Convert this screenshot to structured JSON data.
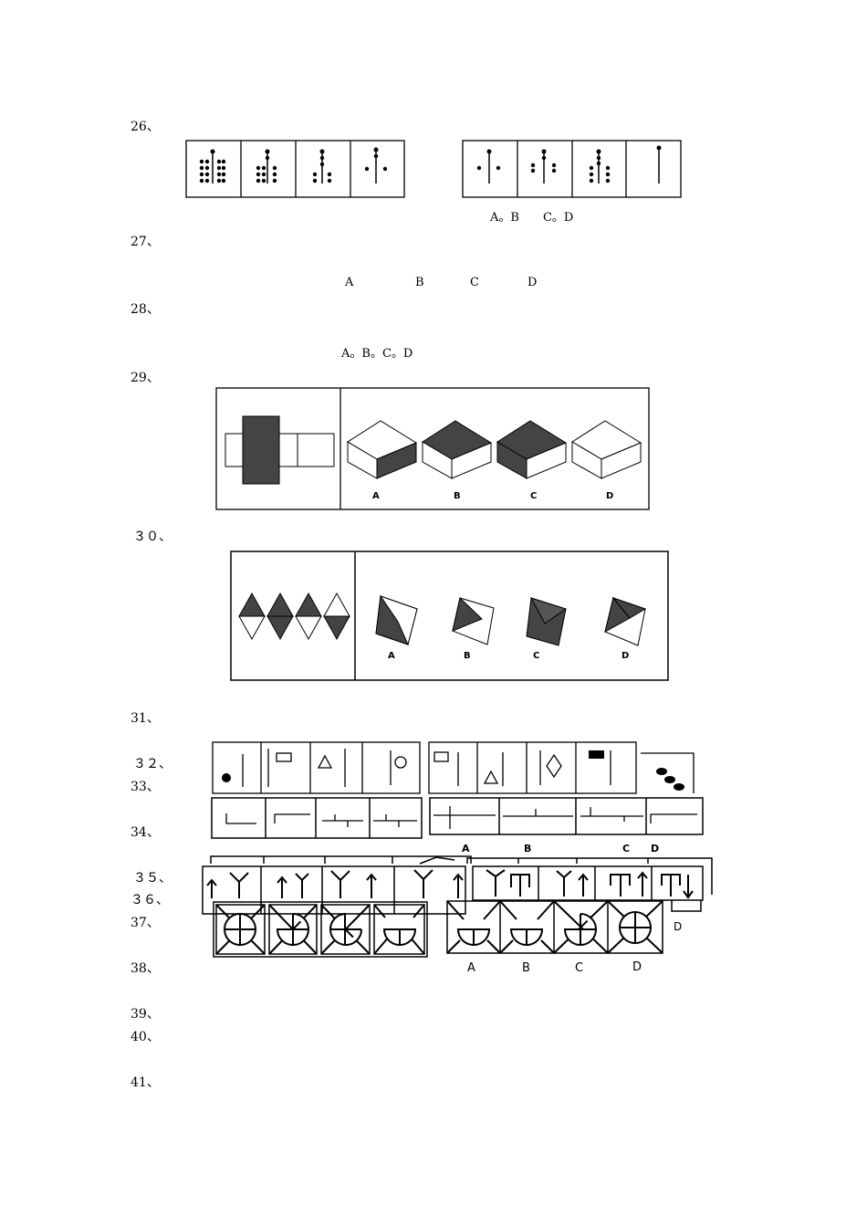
{
  "questions": {
    "q26": "26、",
    "q27": "27、",
    "q28": "28、",
    "q29": "29、",
    "q30": "３０、",
    "q31": "31、",
    "q32": "３２、",
    "q33": "33、",
    "q34": "34、",
    "q35": "３５、",
    "q36": "３６、",
    "q37": "37、",
    "q38": "38、",
    "q39": "39、",
    "q40": "40、",
    "q41": "41、"
  },
  "q26": {
    "options_text": "A。B　　C。D"
  },
  "q27": {
    "options": [
      "A",
      "B",
      "C",
      "D"
    ]
  },
  "q28": {
    "options_text": "A。B。C。D"
  },
  "q29": {
    "options": [
      "A",
      "B",
      "C",
      "D"
    ]
  },
  "q30": {
    "options": [
      "A",
      "B",
      "C",
      "D"
    ]
  },
  "q34": {
    "options": [
      "A",
      "B",
      "C",
      "D"
    ]
  },
  "q36": {
    "options": [
      "D"
    ]
  },
  "q38": {
    "options": [
      "A",
      "B",
      "C",
      "D"
    ]
  }
}
